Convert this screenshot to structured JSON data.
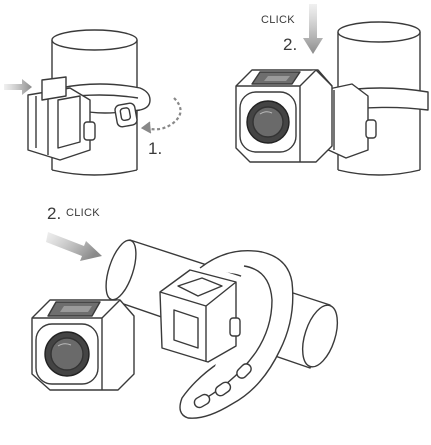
{
  "steps": [
    {
      "label": "1."
    },
    {
      "label": "2.",
      "action": "CLICK"
    },
    {
      "label": "2.",
      "action": "CLICK"
    }
  ],
  "icons": [
    "pipe-clamp-illustration",
    "light-unit-illustration",
    "motion-arrow-icon",
    "rotation-arrow-icon"
  ],
  "colors": {
    "line": "#3a3a3a",
    "arrow": "#9a9a9a",
    "lens": "#444444",
    "button": "#6e6e6e"
  }
}
